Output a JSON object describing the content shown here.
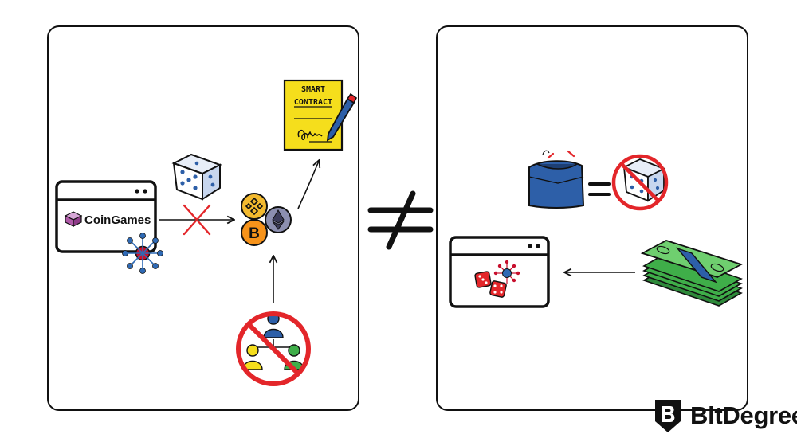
{
  "left_panel": {
    "browser": {
      "brand_name": "CoinGames"
    },
    "contract": {
      "line1": "SMART",
      "line2": "CONTRACT",
      "signature": "Scrib"
    }
  },
  "right_panel": {},
  "brand": {
    "name": "BitDegree"
  },
  "colors": {
    "contract_yellow": "#F5DE1C",
    "bnb_yellow": "#F3BA2F",
    "btc_orange": "#F7931A",
    "eth_gray": "#8C8FB0",
    "cross_red": "#E3262A",
    "node_blue": "#2F6AB5",
    "node_red": "#C8102E",
    "wallet_blue": "#2D5FA8",
    "cash_green": "#3FAE49"
  },
  "icons": {
    "crypto": [
      "bnb-coin-icon",
      "ethereum-coin-icon",
      "bitcoin-coin-icon"
    ],
    "misc": [
      "dice-icon",
      "not-equal-icon",
      "wallet-icon",
      "cash-stack-icon",
      "pen-icon",
      "hierarchy-people-icon"
    ]
  }
}
